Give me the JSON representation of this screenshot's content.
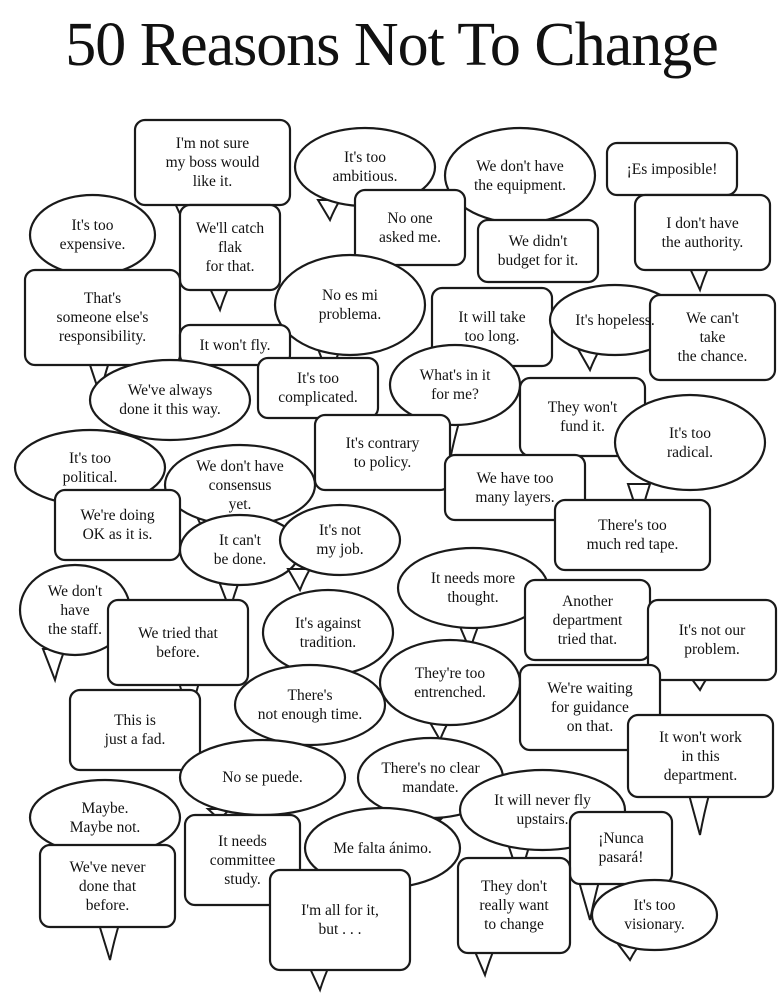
{
  "title": "50 Reasons Not To Change",
  "speech_bubbles": [
    "I'm not sure\nmy boss would\nlike it.",
    "It's too\nambitious.",
    "We don't have\nthe equipment.",
    "¡Es imposible!",
    "It's too\nexpensive.",
    "We'll catch\nflak\nfor that.",
    "No one\nasked me.",
    "We didn't\nbudget for it.",
    "I don't have\nthe authority.",
    "That's\nsomeone else's\nresponsibility.",
    "No es mi\nproblema.",
    "It will take\ntoo long.",
    "It's hopeless.",
    "We can't\ntake\nthe chance.",
    "It won't fly.",
    "We've always\ndone it this way.",
    "It's too\ncomplicated.",
    "What's in it\nfor me?",
    "They won't\nfund it.",
    "It's too\nradical.",
    "It's too\npolitical.",
    "We don't have\nconsensus\nyet.",
    "It's contrary\nto policy.",
    "We have too\nmany layers.",
    "We're doing\nOK as it is.",
    "It can't\nbe done.",
    "It's not\nmy job.",
    "There's too\nmuch red tape.",
    "It needs more\nthought.",
    "We don't\nhave\nthe staff.",
    "We tried that\nbefore.",
    "It's against\ntradition.",
    "Another\ndepartment\ntried that.",
    "It's not our\nproblem.",
    "They're too\nentrenched.",
    "There's\nnot enough time.",
    "This is\njust a fad.",
    "We're waiting\nfor guidance\non that.",
    "It won't work\nin this\ndepartment.",
    "There's no clear\nmandate.",
    "No se puede.",
    "Maybe.\nMaybe not.",
    "It will never fly\nupstairs.",
    "It needs\ncommittee\nstudy.",
    "Me falta ánimo.",
    "¡Nunca\npasará!",
    "We've never\ndone that\nbefore.",
    "They don't\nreally want\nto change",
    "It's too\nvisionary.",
    "I'm all for it,\nbut . . ."
  ]
}
